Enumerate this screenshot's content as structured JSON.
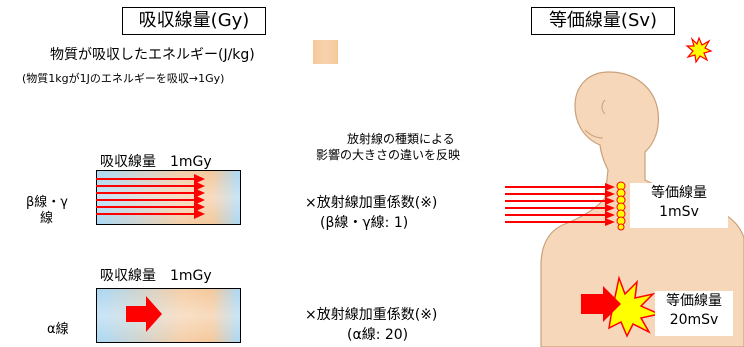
{
  "left_title": "吸収線量(Gy)",
  "right_title": "等価線量(Sv)",
  "absorbed_definition": "物質が吸収したエネルギー(J/kg)",
  "absorbed_note": "(物質1kgが1Jのエネルギーを吸収→1Gy)",
  "weighting_intro_line1": "放射線の種類による",
  "weighting_intro_line2": "影響の大きさの違いを反映",
  "beta_gamma": {
    "slab_label": "吸収線量　1mGy",
    "row_label_line1": "β線・γ",
    "row_label_line2": "線",
    "factor_line1": "×放射線加重係数(※)",
    "factor_line2": "(β線・γ線: 1)",
    "result_line1": "等価線量",
    "result_line2": "1mSv"
  },
  "alpha": {
    "slab_label": "吸収線量　1mGy",
    "row_label": "α線",
    "factor_line1": "×放射線加重係数(※)",
    "factor_line2": "(α線: 20)",
    "result_line1": "等価線量",
    "result_line2": "20mSv"
  },
  "colors": {
    "arrow_red": "#ff0000",
    "skin": "#f7d7b9",
    "burst_yellow": "#ffff00",
    "slab_blue": "#a9d8f5",
    "slab_orange": "#f5c89b"
  }
}
